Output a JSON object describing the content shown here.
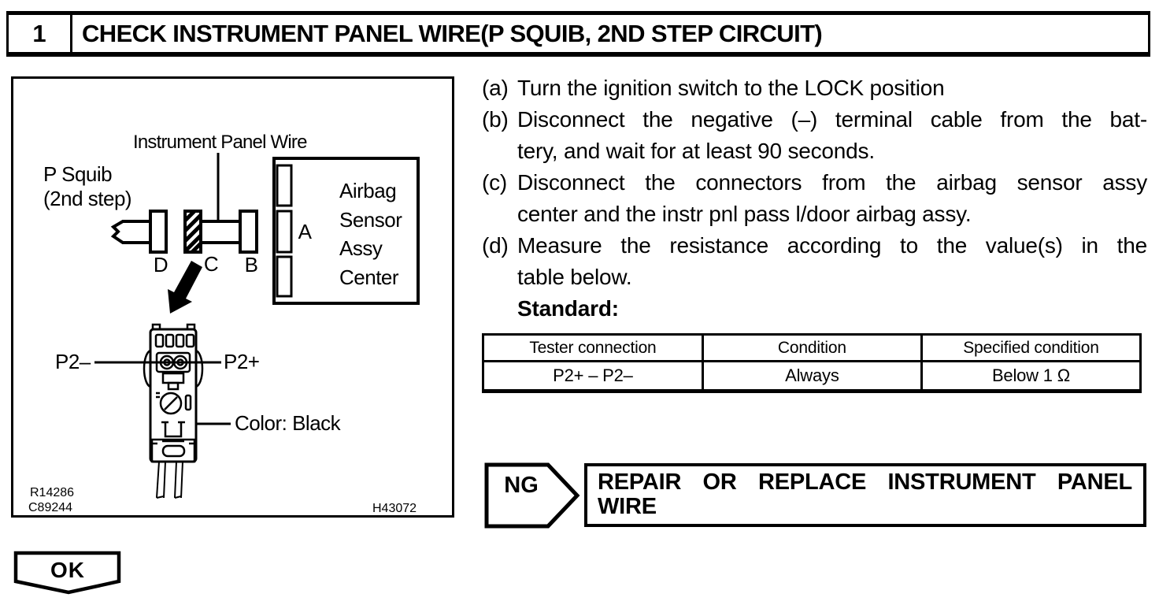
{
  "header": {
    "step_number": "1",
    "title": "CHECK INSTRUMENT PANEL WIRE(P SQUIB, 2ND STEP CIRCUIT)"
  },
  "figure": {
    "labels": {
      "instrument_panel_wire": "Instrument Panel Wire",
      "p_squib_line1": "P Squib",
      "p_squib_line2": "(2nd step)",
      "connector_d": "D",
      "connector_c": "C",
      "connector_b": "B",
      "connector_a": "A",
      "airbag_line1": "Airbag",
      "airbag_line2": "Sensor",
      "airbag_line3": "Assy",
      "airbag_line4": "Center",
      "p2_minus": "P2–",
      "p2_plus": "P2+",
      "color_note": "Color: Black"
    },
    "ref_codes": {
      "code1": "R14286",
      "code2": "C89244",
      "code3": "H43072"
    }
  },
  "instructions": {
    "items": [
      {
        "label": "(a)",
        "lines": [
          "Turn the ignition switch to the LOCK position"
        ]
      },
      {
        "label": "(b)",
        "lines": [
          "Disconnect the negative (–) terminal cable from the bat-",
          "tery, and wait for at least 90 seconds."
        ]
      },
      {
        "label": "(c)",
        "lines": [
          "Disconnect the connectors from the airbag sensor assy",
          "center and the instr pnl pass l/door airbag assy."
        ]
      },
      {
        "label": "(d)",
        "lines": [
          "Measure the resistance according to the value(s) in the",
          "table below."
        ]
      }
    ],
    "standard_label": "Standard:"
  },
  "table": {
    "headers": [
      "Tester connection",
      "Condition",
      "Specified condition"
    ],
    "rows": [
      [
        "P2+ – P2–",
        "Always",
        "Below 1 Ω"
      ]
    ]
  },
  "ng": {
    "label": "NG",
    "action_line1": "REPAIR OR REPLACE INSTRUMENT PANEL",
    "action_line2": "WIRE"
  },
  "ok": {
    "label": "OK"
  },
  "colors": {
    "ink": "#000000",
    "paper": "#ffffff"
  }
}
